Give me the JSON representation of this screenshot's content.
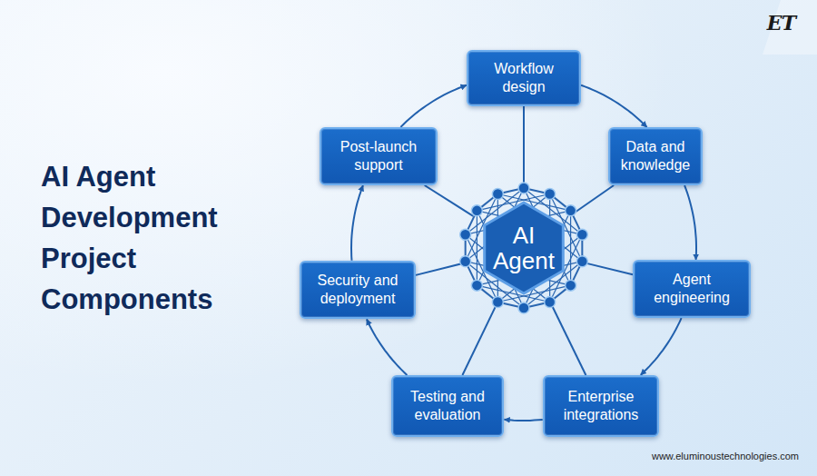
{
  "diagram": {
    "title": "AI Agent Development Project Components",
    "nodes": [
      {
        "text": [
          "Workflow design"
        ]
      },
      {
        "text": [
          "Data and knowledge"
        ]
      },
      {
        "text": [
          "Agent engineering"
        ]
      },
      {
        "text": [
          "Enterprise integrations"
        ]
      },
      {
        "text": [
          "Testing and evaluation"
        ]
      },
      {
        "text": [
          "Security and deployment"
        ]
      },
      {
        "text": [
          "Post-launch support"
        ]
      },
      {
        "text": [
          "AI Agent"
        ]
      }
    ],
    "edges": [
      {
        "from": 0,
        "to": 1,
        "arrow": "to"
      },
      {
        "from": 1,
        "to": 2,
        "arrow": "to"
      },
      {
        "from": 2,
        "to": 3,
        "arrow": "to"
      },
      {
        "from": 3,
        "to": 4,
        "arrow": "to"
      },
      {
        "from": 4,
        "to": 5,
        "arrow": "to"
      },
      {
        "from": 5,
        "to": 6,
        "arrow": "to"
      },
      {
        "from": 6,
        "to": 0,
        "arrow": "to"
      },
      {
        "from": 7,
        "to": 0,
        "arrow": "none"
      },
      {
        "from": 7,
        "to": 1,
        "arrow": "none"
      },
      {
        "from": 7,
        "to": 2,
        "arrow": "none"
      },
      {
        "from": 7,
        "to": 3,
        "arrow": "none"
      },
      {
        "from": 7,
        "to": 4,
        "arrow": "none"
      },
      {
        "from": 7,
        "to": 5,
        "arrow": "none"
      },
      {
        "from": 7,
        "to": 6,
        "arrow": "none"
      }
    ],
    "labels": [
      "ET",
      "www.eluminoustechnologies.com"
    ]
  }
}
